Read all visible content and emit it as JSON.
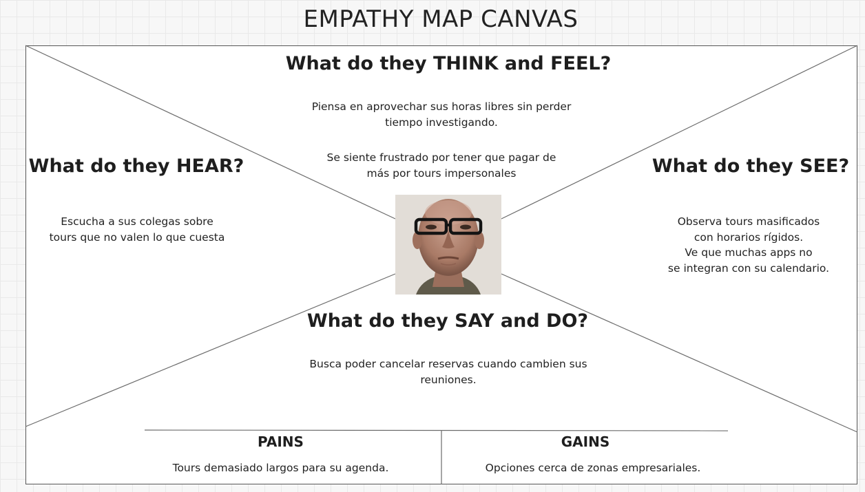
{
  "title": "EMPATHY MAP CANVAS",
  "think_feel": {
    "heading": "What do they THINK and FEEL?",
    "text_1": "Piensa en aprovechar sus horas libres sin perder\ntiempo investigando.",
    "text_2": "Se siente frustrado por tener que pagar de\nmás por tours impersonales"
  },
  "hear": {
    "heading": "What do they HEAR?",
    "text": "Escucha a sus colegas sobre\ntours que no valen lo que cuesta"
  },
  "see": {
    "heading": "What do they SEE?",
    "text": "Observa tours masificados\ncon horarios rígidos.\nVe que muchas apps no\nse integran con su calendario."
  },
  "say_do": {
    "heading": "What do they SAY and DO?",
    "text": "Busca poder cancelar reservas cuando cambien sus\nreuniones."
  },
  "pains": {
    "heading": "PAINS",
    "text": "Tours demasiado largos para su agenda."
  },
  "gains": {
    "heading": "GAINS",
    "text": "Opciones cerca de zonas empresariales."
  },
  "colors": {
    "line": "#6b6b6b",
    "frame": "#555555",
    "background_grid": "#e9e9e9"
  }
}
